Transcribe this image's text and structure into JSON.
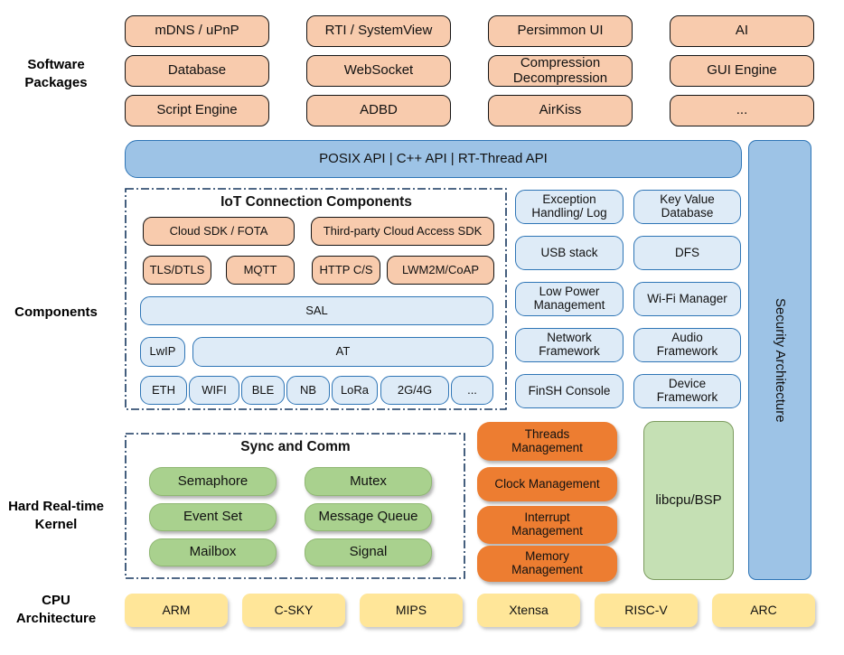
{
  "labels": {
    "software_packages": "Software\nPackages",
    "components": "Components",
    "kernel": "Hard Real-time\nKernel",
    "cpu": "CPU\nArchitecture"
  },
  "software_packages": [
    "mDNS / uPnP",
    "RTI / SystemView",
    "Persimmon UI",
    "AI",
    "Database",
    "WebSocket",
    "Compression\nDecompression",
    "GUI Engine",
    "Script Engine",
    "ADBD",
    "AirKiss",
    "..."
  ],
  "api_bar": "POSIX API | C++ API | RT-Thread API",
  "security_bar": "Security Architecture",
  "iot": {
    "title": "IoT Connection Components",
    "row1": [
      "Cloud SDK / FOTA",
      "Third-party Cloud Access SDK"
    ],
    "row2": [
      "TLS/DTLS",
      "MQTT",
      "HTTP C/S",
      "LWM2M/CoAP"
    ],
    "sal": "SAL",
    "lwip": "LwIP",
    "at": "AT",
    "links": [
      "ETH",
      "WIFI",
      "BLE",
      "NB",
      "LoRa",
      "2G/4G",
      "..."
    ]
  },
  "services": [
    "Exception\nHandling/ Log",
    "Key Value\nDatabase",
    "USB stack",
    "DFS",
    "Low Power\nManagement",
    "Wi-Fi Manager",
    "Network\nFramework",
    "Audio\nFramework",
    "FinSH Console",
    "Device\nFramework"
  ],
  "sync": {
    "title": "Sync and Comm",
    "boxes": [
      "Semaphore",
      "Mutex",
      "Event Set",
      "Message Queue",
      "Mailbox",
      "Signal"
    ]
  },
  "kernel_mgmt": [
    "Threads\nManagement",
    "Clock Management",
    "Interrupt\nManagement",
    "Memory\nManagement"
  ],
  "libcpu": "libcpu/BSP",
  "cpu_arch": [
    "ARM",
    "C-SKY",
    "MIPS",
    "Xtensa",
    "RISC-V",
    "ARC"
  ],
  "colors": {
    "package_fill": "#F8CBAD",
    "api_fill": "#9DC3E6",
    "service_fill": "#DEEBF7",
    "sync_fill": "#A9D18E",
    "kernel_fill": "#ED7D31",
    "libcpu_fill": "#C5E0B4",
    "cpu_fill": "#FFE699",
    "border_blue": "#2E75B6",
    "dash_border": "#17375E"
  }
}
